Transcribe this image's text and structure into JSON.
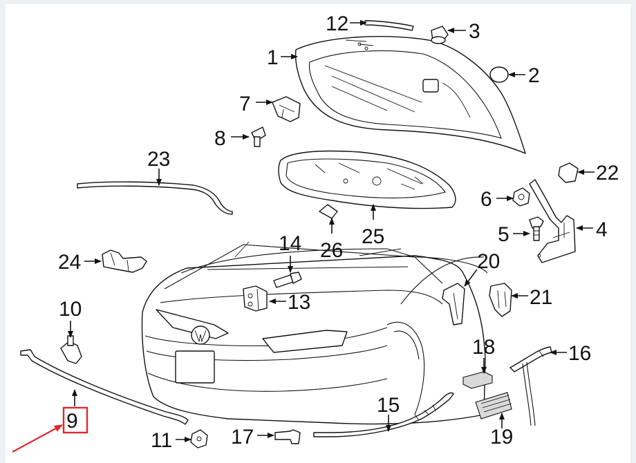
{
  "diagram": {
    "callouts": [
      "1",
      "2",
      "3",
      "4",
      "5",
      "6",
      "7",
      "8",
      "9",
      "10",
      "11",
      "12",
      "13",
      "14",
      "15",
      "16",
      "17",
      "18",
      "19",
      "20",
      "21",
      "22",
      "23",
      "24",
      "25",
      "26"
    ],
    "highlighted_callout": "9",
    "colors": {
      "highlight": "#e0262d",
      "ink": "#111111",
      "paper": "#ffffff",
      "frame": "#eef1f3"
    }
  }
}
